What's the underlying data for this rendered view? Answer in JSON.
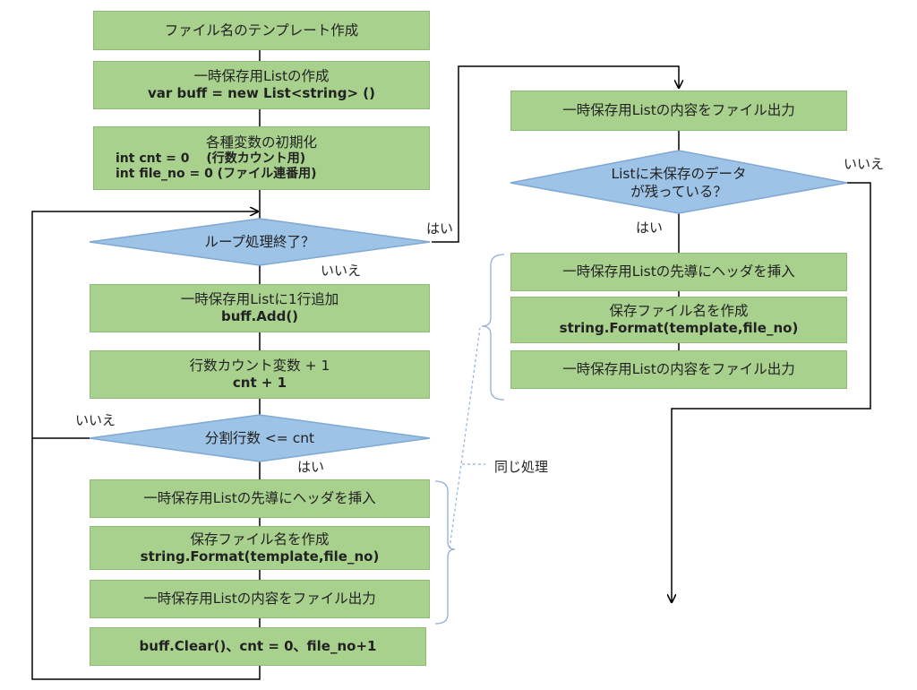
{
  "left": {
    "template": "ファイル名のテンプレート作成",
    "list_create": {
      "line1": "一時保存用Listの作成",
      "line2": "var buff = new List<string> ()"
    },
    "init": {
      "line1": "各種変数の初期化",
      "line2": "int  cnt = 0　 (行数カウント用)",
      "line3": "int  file_no = 0 (ファイル連番用)"
    },
    "loop_end": "ループ処理終了？",
    "add_line": {
      "line1": "一時保存用Listに1行追加",
      "line2": "buff.Add()"
    },
    "cnt_inc": {
      "line1": "行数カウント変数 + 1",
      "line2": "cnt + 1"
    },
    "split": "分割行数 <= cnt",
    "insert_header": "一時保存用Listの先導にヘッダを挿入",
    "make_name": {
      "line1": "保存ファイル名を作成",
      "line2": "string.Format(template,file_no)"
    },
    "output": "一時保存用Listの内容をファイル出力",
    "clear": "buff.Clear()、cnt = 0、file_no+1"
  },
  "right": {
    "output_top": "一時保存用Listの内容をファイル出力",
    "remain": {
      "line1": "Listに未保存のデータ",
      "line2": "が残っている？"
    },
    "insert_header": "一時保存用Listの先導にヘッダを挿入",
    "make_name": {
      "line1": "保存ファイル名を作成",
      "line2": "string.Format(template,file_no)"
    },
    "output": "一時保存用Listの内容をファイル出力"
  },
  "labels": {
    "yes_loop": "はい",
    "no_loop": "いいえ",
    "no_split": "いいえ",
    "yes_split": "はい",
    "no_remain": "いいえ",
    "yes_remain": "はい",
    "same_process": "同じ処理"
  },
  "colors": {
    "box_fill": "#a9d18e",
    "box_border": "#8fb978",
    "diamond_fill": "#9dc3e6",
    "diamond_border": "#7fa8d4",
    "arrow": "#000000",
    "brace": "#8fb0d8"
  }
}
